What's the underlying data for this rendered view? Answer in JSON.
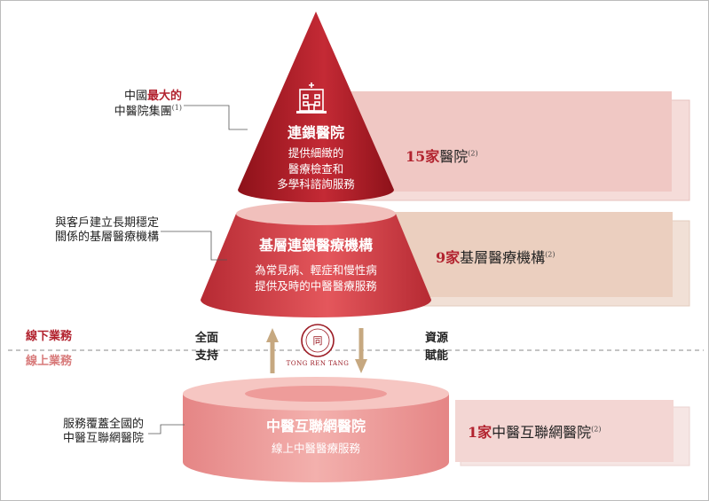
{
  "top_tier": {
    "title": "連鎖醫院",
    "desc_lines": [
      "提供細緻的",
      "醫療檢查和",
      "多學科諮詢服務"
    ],
    "count_num": "15家",
    "count_text": "醫院",
    "count_note": "(2)"
  },
  "mid_tier": {
    "title": "基層連鎖醫療機構",
    "desc_lines": [
      "為常見病、輕症和慢性病",
      "提供及時的中醫醫療服務"
    ],
    "count_num": "9家",
    "count_text": "基層醫療機構",
    "count_note": "(2)"
  },
  "bottom_tier": {
    "title": "中醫互聯網醫院",
    "desc": "線上中醫醫療服務",
    "count_num": "1家",
    "count_text": "中醫互聯網醫院",
    "count_note": "(2)"
  },
  "annotations": {
    "top_prefix": "中國",
    "top_highlight": "最大的",
    "top_line2": "中醫院集團",
    "top_note": "(1)",
    "mid_line1": "與客戶建立長期穩定",
    "mid_line2": "關係的基層醫療機構",
    "bottom_line1": "服務覆蓋全國的",
    "bottom_line2": "中醫互聯網醫院"
  },
  "divider": {
    "offline_label": "線下業務",
    "online_label": "線上業務"
  },
  "support": {
    "left_lines": [
      "全面",
      "支持"
    ],
    "right_lines": [
      "資源",
      "賦能"
    ]
  },
  "logo": {
    "text": "TONG REN TANG"
  },
  "colors": {
    "brand_red": "#b2232f",
    "panel_pink": "#f3d3cf",
    "panel_beige": "#ecd3c3",
    "arrow_tan": "#c6a880"
  }
}
